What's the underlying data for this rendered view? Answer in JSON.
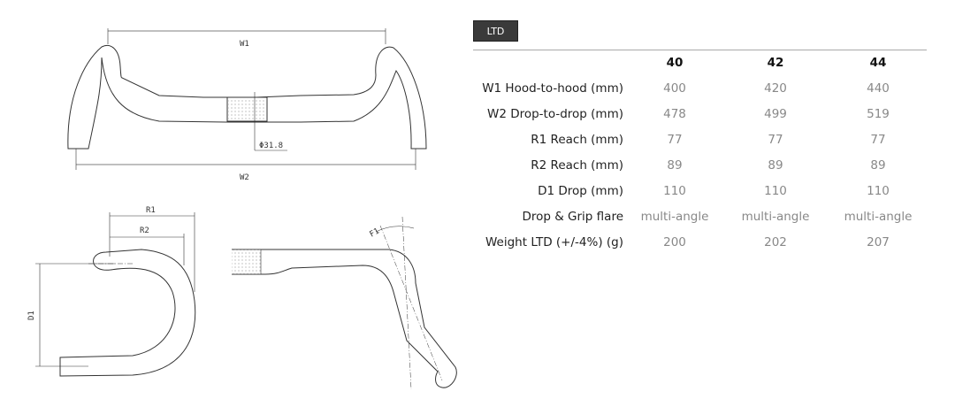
{
  "tab": {
    "label": "LTD"
  },
  "drawing_labels": {
    "w1": "W1",
    "w2": "W2",
    "diameter": "Φ31.8",
    "r1": "R1",
    "r2": "R2",
    "d1": "D1",
    "f1": "F1"
  },
  "table": {
    "columns": [
      "40",
      "42",
      "44"
    ],
    "rows": [
      {
        "label": "W1 Hood-to-hood (mm)",
        "values": [
          "400",
          "420",
          "440"
        ]
      },
      {
        "label": "W2 Drop-to-drop (mm)",
        "values": [
          "478",
          "499",
          "519"
        ]
      },
      {
        "label": "R1 Reach (mm)",
        "values": [
          "77",
          "77",
          "77"
        ]
      },
      {
        "label": "R2 Reach (mm)",
        "values": [
          "89",
          "89",
          "89"
        ]
      },
      {
        "label": "D1 Drop (mm)",
        "values": [
          "110",
          "110",
          "110"
        ]
      },
      {
        "label": "Drop & Grip flare",
        "values": [
          "multi-angle",
          "multi-angle",
          "multi-angle"
        ]
      },
      {
        "label": "Weight LTD (+/-4%) (g)",
        "values": [
          "200",
          "202",
          "207"
        ]
      }
    ]
  }
}
